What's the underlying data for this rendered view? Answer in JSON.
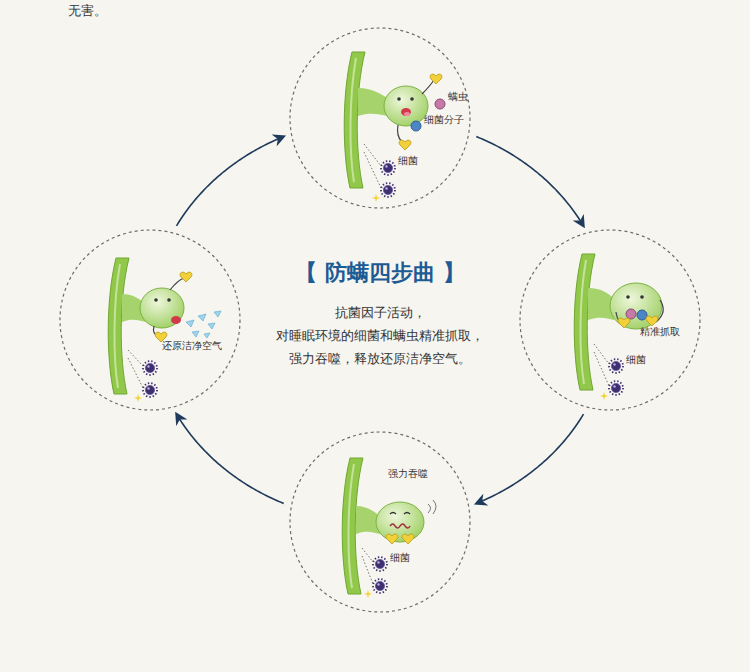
{
  "diagram": {
    "title": "【 防螨四步曲 】",
    "nodes": [
      {
        "text": [
          "螨虫",
          "细菌分子",
          "细菌"
        ]
      },
      {
        "text": [
          "精准抓取",
          "细菌"
        ]
      },
      {
        "text": [
          "强力吞噬",
          "细菌"
        ]
      },
      {
        "text": [
          "还原洁净空气"
        ]
      }
    ],
    "edges": [
      {
        "from": 0,
        "to": 1,
        "arrow": "to"
      },
      {
        "from": 1,
        "to": 2,
        "arrow": "to"
      },
      {
        "from": 2,
        "to": 3,
        "arrow": "to"
      },
      {
        "from": 3,
        "to": 0,
        "arrow": "to"
      }
    ],
    "labels": [
      "无害。",
      "抗菌因子活动， 对睡眠环境的细菌和螨虫精准抓取， 强力吞噬，释放还原洁净空气。"
    ]
  }
}
